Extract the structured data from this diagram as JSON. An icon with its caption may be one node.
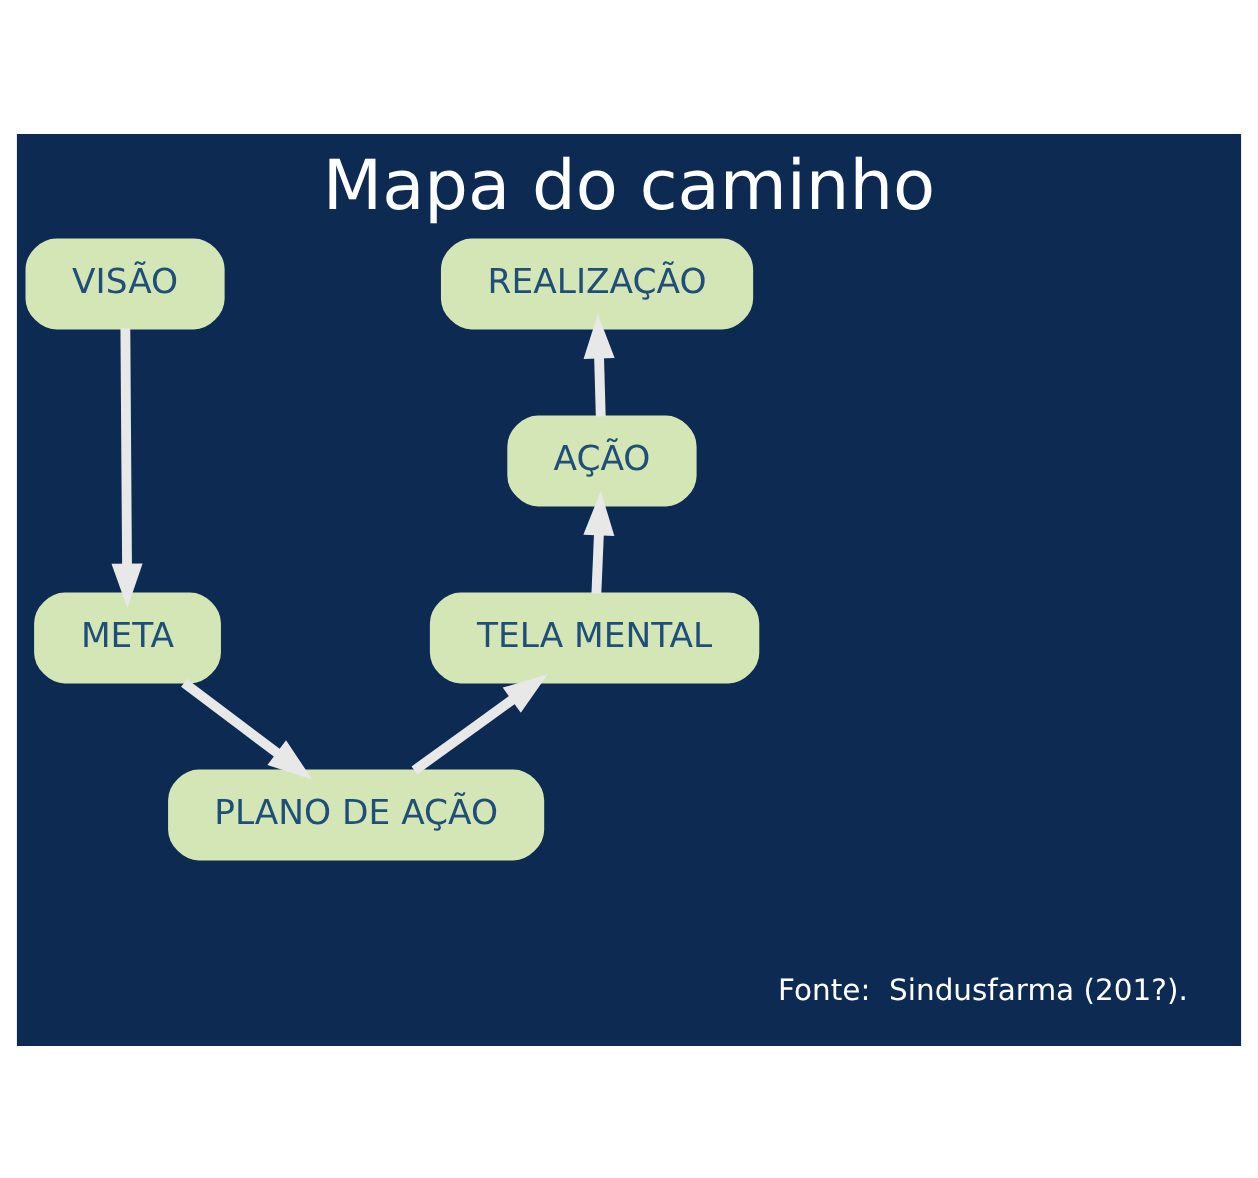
{
  "diagram": {
    "title": "Mapa do caminho",
    "caption": "Fonte:  Sindusfarma (201?).",
    "nodes": [
      {
        "text": [
          "VISÃO"
        ]
      },
      {
        "text": [
          "META"
        ]
      },
      {
        "text": [
          "PLANO DE AÇÃO"
        ]
      },
      {
        "text": [
          "TELA MENTAL"
        ]
      },
      {
        "text": [
          "AÇÃO"
        ]
      },
      {
        "text": [
          "REALIZAÇÃO"
        ]
      }
    ],
    "edges": [
      {
        "from": 0,
        "to": 1,
        "arrow": "to"
      },
      {
        "from": 1,
        "to": 2,
        "arrow": "to"
      },
      {
        "from": 2,
        "to": 3,
        "arrow": "to"
      },
      {
        "from": 3,
        "to": 4,
        "arrow": "to"
      },
      {
        "from": 4,
        "to": 5,
        "arrow": "to"
      }
    ]
  }
}
